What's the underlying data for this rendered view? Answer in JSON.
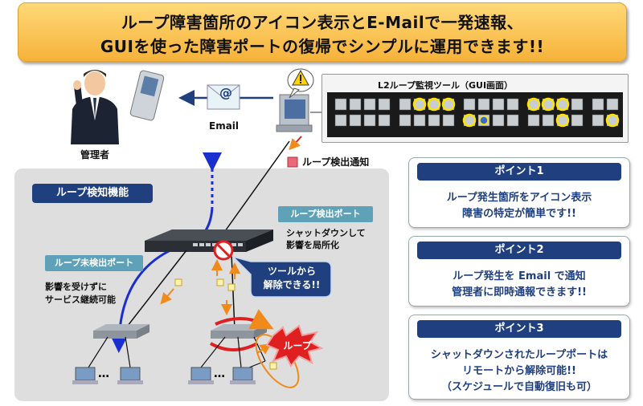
{
  "banner": {
    "line1": "ループ障害箇所のアイコン表示とE-Mailで一発速報、",
    "line2": "GUIを使った障害ポートの復帰でシンプルに運用できます!!"
  },
  "labels": {
    "admin": "管理者",
    "email": "Email",
    "email_icon_char": "@",
    "gui_title": "L2ループ監視ツール（GUI画面）",
    "loop_notice": "ループ検出通知",
    "function_title": "ループ検知機能",
    "detected_port": "ループ検出ポート",
    "undetected_port": "ループ未検出ポート",
    "shutdown_line1": "シャットダウンして",
    "shutdown_line2": "影響を局所化",
    "unaffected_line1": "影響を受けずに",
    "unaffected_line2": "サービス継続可能",
    "callout_line1": "ツールから",
    "callout_line2": "解除できる!!",
    "loop_burst": "ループ",
    "ellipsis": "…"
  },
  "points": [
    {
      "title": "ポイント1",
      "lines": [
        "ループ発生箇所をアイコン表示",
        "障害の特定が簡単です!!"
      ]
    },
    {
      "title": "ポイント2",
      "lines": [
        "ループ発生を Email で通知",
        "管理者に即時通報できます!!"
      ]
    },
    {
      "title": "ポイント3",
      "lines": [
        "シャットダウンされたループポートは",
        "リモートから解除可能!!",
        "（スケジュールで自動復旧も可）"
      ]
    }
  ],
  "colors": {
    "banner": "#f6b23a",
    "navy": "#1f3f7f",
    "teal_tag": "#5fa2b8",
    "red": "#e02020",
    "orange": "#f08a1a",
    "blue_line": "#1a2fd0"
  }
}
